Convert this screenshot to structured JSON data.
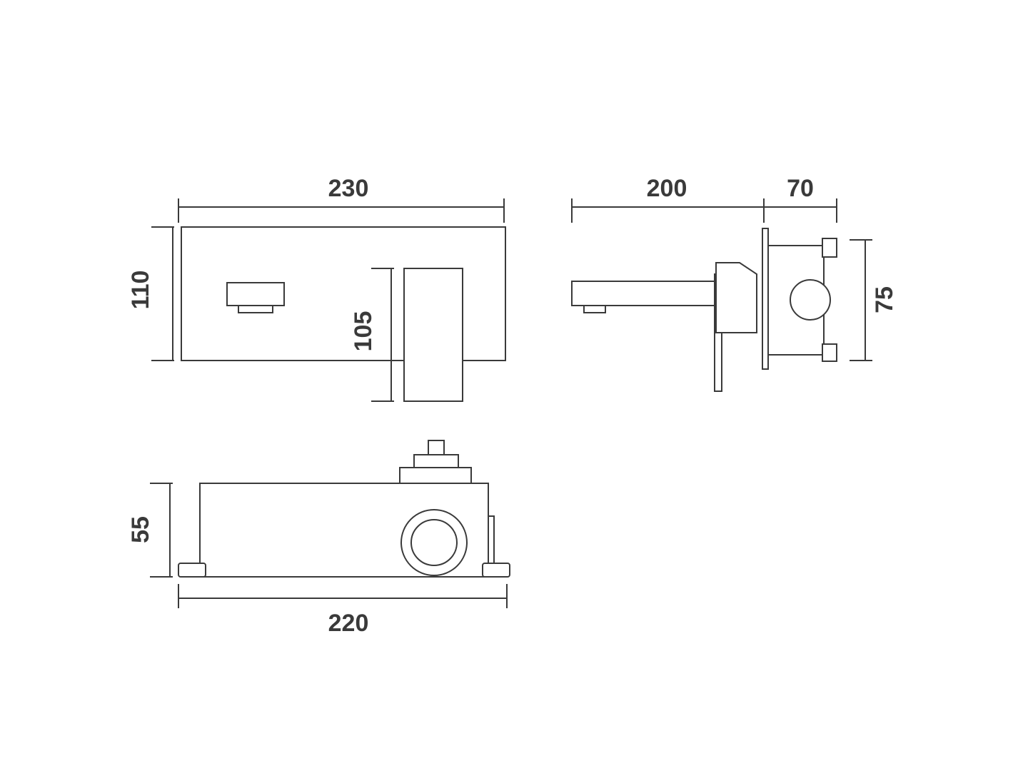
{
  "dimensions": {
    "front_width": "230",
    "front_height": "110",
    "handle_height": "105",
    "side_spout_length": "200",
    "side_box_depth": "70",
    "side_box_height": "75",
    "body_height": "55",
    "body_width": "220"
  },
  "colors": {
    "line": "#3a3a3a",
    "background": "#ffffff"
  }
}
